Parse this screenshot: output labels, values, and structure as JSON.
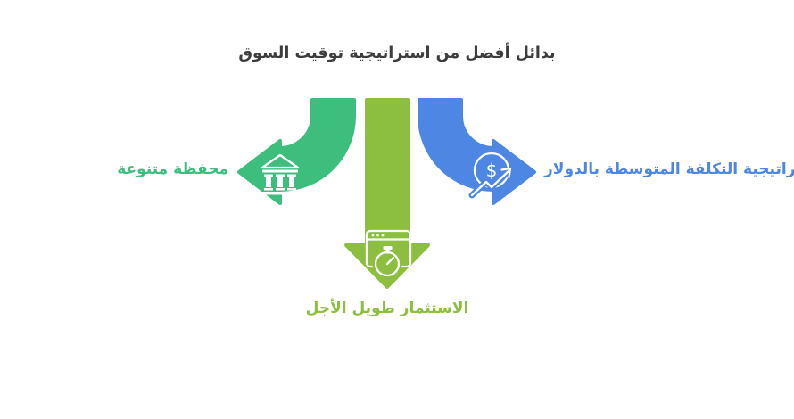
{
  "title": {
    "text": "بدائل أفضل من استراتيجية توقيت السوق"
  },
  "items": [
    {
      "id": "diversified-portfolio",
      "label": "محفظة متنوعة",
      "icon": "bank-icon",
      "arrow_direction": "left",
      "color": "#3DBE7D"
    },
    {
      "id": "dollar-cost-averaging",
      "label": "استراتيجية التكلفة المتوسطة بالدولار",
      "icon": "dollar-growth-icon",
      "arrow_direction": "right",
      "color": "#4D86E3"
    },
    {
      "id": "long-term-investing",
      "label": "الاستثمار طويل الأجل",
      "icon": "browser-timer-icon",
      "arrow_direction": "down",
      "color": "#8CBF3F"
    }
  ],
  "icons": {
    "dollar_symbol": "$"
  },
  "colors": {
    "green": "#3DBE7D",
    "blue": "#4D86E3",
    "lime": "#8CBF3F",
    "title_text": "#3D3D3D",
    "icon": "#FFFFFF",
    "background": "#FFFFFF"
  }
}
